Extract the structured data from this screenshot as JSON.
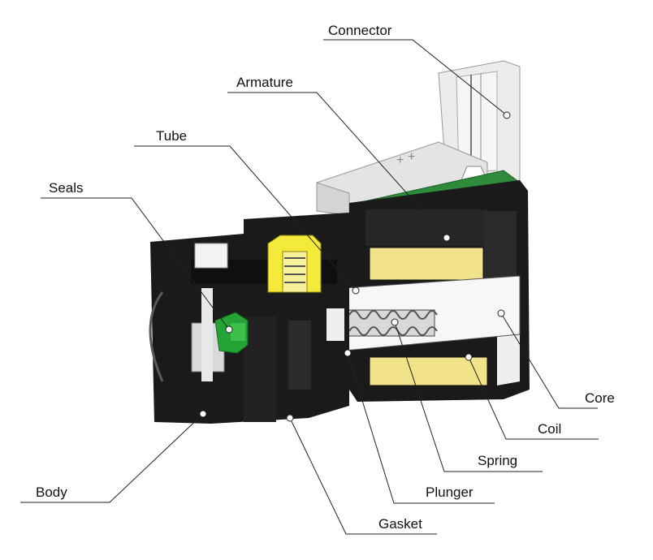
{
  "labels": {
    "connector": "Connector",
    "armature": "Armature",
    "tube": "Tube",
    "seals": "Seals",
    "core": "Core",
    "coil": "Coil",
    "spring": "Spring",
    "plunger": "Plunger",
    "body": "Body",
    "gasket": "Gasket"
  },
  "colors": {
    "body": "#1a1a1a",
    "coil": "#f2e38a",
    "pcb": "#2e8b3c",
    "seal": "#26a336",
    "spring_yellow": "#f3ea3a",
    "connector": "#e6e6e6",
    "core": "#f7f7f7"
  }
}
